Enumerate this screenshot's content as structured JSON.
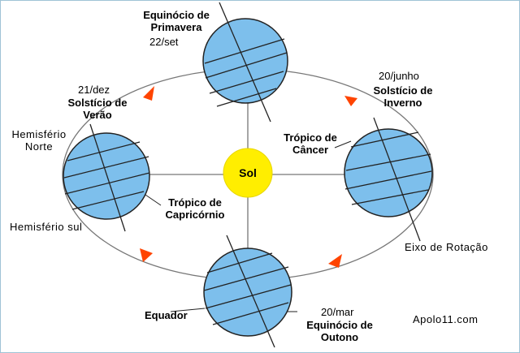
{
  "center": {
    "sun_label": "Sol"
  },
  "labels": {
    "top_title_line1": "Equinócio de",
    "top_title_line2": "Primavera",
    "top_date": "22/set",
    "left_date": "21/dez",
    "left_title_line1": "Solstício de",
    "left_title_line2": "Verão",
    "right_date": "20/junho",
    "right_title_line1": "Solstício de",
    "right_title_line2": "Inverno",
    "cancer_line1": "Trópico de",
    "cancer_line2": "Câncer",
    "capricorn_line1": "Trópico de",
    "capricorn_line2": "Capricórnio",
    "hemisphere_north_line1": "Hemisfério",
    "hemisphere_north_line2": "Norte",
    "hemisphere_south": "Hemisfério sul",
    "axis": "Eixo de Rotação",
    "equator": "Equador",
    "bottom_date": "20/mar",
    "bottom_title_line1": "Equinócio de",
    "bottom_title_line2": "Outono",
    "credit": "Apolo11.com"
  },
  "colors": {
    "earth_fill": "#7dbfec",
    "orbit_line": "#777777",
    "sun_fill": "#ffee00",
    "arrow_fill": "#ff4400"
  }
}
